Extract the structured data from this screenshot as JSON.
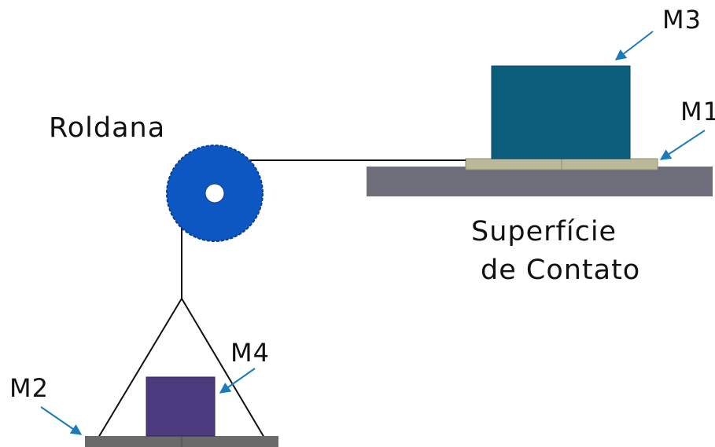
{
  "labels": {
    "pulley": "Roldana",
    "surface_line1": "Superfície",
    "surface_line2": "de Contato",
    "m1": "M1",
    "m2": "M2",
    "m3": "M3",
    "m4": "M4"
  },
  "colors": {
    "pulley_fill": "#0d57c2",
    "table": "#6e6e7a",
    "plate_m1": "#bcb89a",
    "block_m3": "#0b5e7c",
    "block_m4": "#4b3a7e",
    "hanger_plate": "#6a6a6a",
    "arrow": "#1a7bb8",
    "line": "#111111"
  },
  "icons": {
    "pulley": "pulley-icon",
    "arrow": "arrow-icon"
  }
}
